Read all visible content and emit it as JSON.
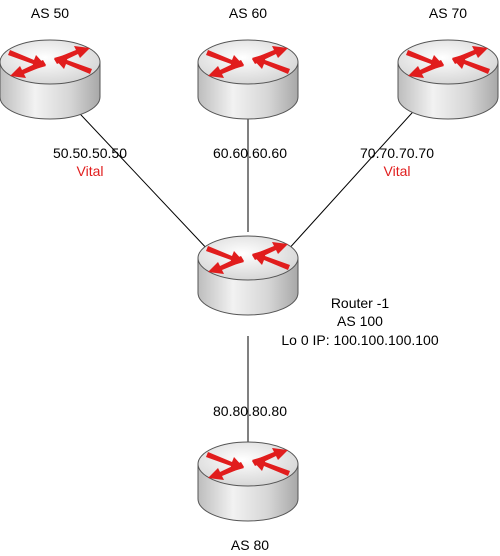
{
  "routers": [
    {
      "id": "as50",
      "name": "AS 50",
      "ip": "50.50.50.50",
      "status": "Vital"
    },
    {
      "id": "as60",
      "name": "AS 60",
      "ip": "60.60.60.60",
      "status": ""
    },
    {
      "id": "as70",
      "name": "AS 70",
      "ip": "70.70.70.70",
      "status": "Vital"
    },
    {
      "id": "as80",
      "name": "AS 80",
      "ip": "80.80.80.80",
      "status": ""
    },
    {
      "id": "router1",
      "name": "Router -1",
      "as": "AS 100",
      "loopback": "Lo 0 IP: 100.100.100.100"
    }
  ],
  "colors": {
    "router_body": "#dcdcdc",
    "router_stroke": "#555555",
    "arrow": "#e11d1d",
    "status": "#e11d1d",
    "line": "#000000"
  }
}
